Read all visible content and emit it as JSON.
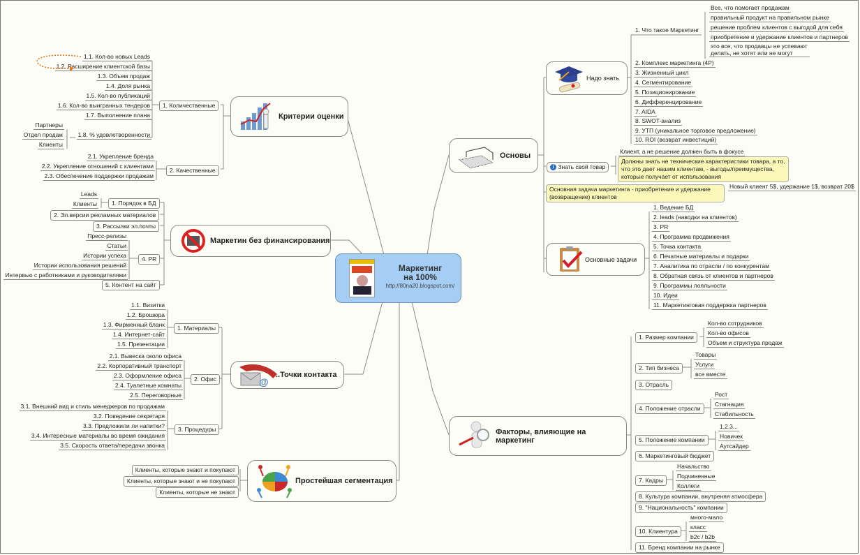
{
  "center": {
    "title_line1": "Маркетинг",
    "title_line2": "на 100%",
    "url": "http://80na20.blogspot.com/",
    "icon": "book-cover-icon"
  },
  "criteria": {
    "title": "Критерии оценки",
    "icon": "growth-chart-icon",
    "quant": {
      "label": "1. Количественные",
      "items": [
        "1.1. Кол-во новых Leads",
        "1.2. Расширение клиентской базы",
        "1.3. Объем продаж",
        "1.4. Доля рынка",
        "1.5. Кол-во публикаций",
        "1.6. Кол-во выигранных тендеров",
        "1.7. Выполнение плана",
        "1.8. % удовлетворенности"
      ],
      "satisfaction": [
        "Партнеры",
        "Отдел продаж",
        "Клиенты"
      ]
    },
    "qual": {
      "label": "2. Качественные",
      "items": [
        "2.1. Укрепление бренда",
        "2.2. Укрепление отношений с клиентами",
        "2.3. Обеспечение поддержки продажам"
      ]
    }
  },
  "nofin": {
    "title": "Маркетин без финансирования",
    "icon": "no-money-icon",
    "db": {
      "label": "1. Порядок в БД",
      "items": [
        "Leads",
        "Клиенты"
      ]
    },
    "emat": "2. Эл.версии рекламных материалов",
    "mail": "3. Рассылки эл.почты",
    "pr": {
      "label": "4. PR",
      "items": [
        "Пресс-релизы",
        "Статьи",
        "Истории успеха",
        "Истории использования решений",
        "Интервью с работниками и руководителями"
      ]
    },
    "site": "5. Контент на сайт"
  },
  "contacts": {
    "title": "..Точки контакта",
    "icon": "phone-email-icon",
    "materials": {
      "label": "1. Материалы",
      "items": [
        "1.1. Визитки",
        "1.2. Брошюра",
        "1.3. Фирменный бланк",
        "1.4. Интернет-сайт",
        "1.5. Презентации"
      ]
    },
    "office": {
      "label": "2. Офис",
      "items": [
        "2.1. Вывеска около офиса",
        "2.2. Корпоративный транспорт",
        "2.3. Оформление офиса",
        "2.4. Туалетные комнаты",
        "2.5. Переговорные"
      ]
    },
    "proc": {
      "label": "3. Процедуры",
      "items": [
        "3.1. Внешний вид и стиль менеджеров по продажам",
        "3.2. Поведение секретаря",
        "3.3. Предложили ли напитки?",
        "3.4. Интересные материалы во время ожидания",
        "3.5. Скорость ответа/передачи звонка"
      ]
    }
  },
  "segment": {
    "title": "Простейшая сегментация",
    "icon": "puzzle-people-icon",
    "items": [
      "Клиенты, которые знают и покупают",
      "Клиенты, которые знают и не покупают",
      "Клиенты, которые не знают"
    ]
  },
  "basics": {
    "title": "Основы",
    "icon": "blueprint-icon",
    "know": {
      "title": "Надо знать",
      "icon": "graduation-cap-icon",
      "what": {
        "label": "1. Что такое Маркетинг",
        "items": [
          "Все, что помогает продажам",
          "правильный продукт на правильном рынке",
          "решение проблем клиентов с выгодой для себя",
          "приобретение и удержание клиентов и партнеров",
          "это все, что продавцы не успевают",
          "делать, не хотят или не могут"
        ]
      },
      "items": [
        "2. Комплекс маркетинга (4P)",
        "3. Жизненный цикл",
        "4. Сегментирование",
        "5. Позиционирование",
        "6. Дифференцирование",
        "7. AIDA",
        "8. SWOT-анализ",
        "9. УТП (уникальное торговое предложение)",
        "10. ROI (возврат инвестиций)"
      ]
    },
    "product": {
      "label": "Знать свой товар",
      "icon": "info-icon",
      "focus": "Клиент, а не решение должен быть в фокусе",
      "note": [
        "Должны знать не технические характеристики товара, а то,",
        "что это дает нашим клиентам, - выгоды/преимущества,",
        "которые получает от использования"
      ]
    },
    "task": {
      "note": [
        "Основная задача маркетинга - приобретение и удержание",
        "(возвращение) клиентов"
      ],
      "cost": "Новый клиент 5$, удержание 1$, возврат 20$"
    },
    "main_tasks": {
      "title": "Основные задачи",
      "icon": "clipboard-check-icon",
      "items": [
        "1. Ведение БД",
        "2. leads (наводки на клиентов)",
        "3. PR",
        "4. Программа продвижения",
        "5. Точка контакта",
        "6. Печатные материалы и подарки",
        "7. Аналитика по отрасли / по конкурентам",
        "8. Обратная связь от клиентов и партнеров",
        "9. Программы лояльности",
        "10. Идеи",
        "11. Маркетинговая поддержка партнеров"
      ]
    }
  },
  "factors": {
    "title": "Факторы, влияющие на маркетинг",
    "icon": "magnifier-person-icon",
    "size": {
      "label": "1. Размер компании",
      "items": [
        "Кол-во сотрудников",
        "Кол-во офисов",
        "Объем и структура продаж"
      ]
    },
    "type": {
      "label": "2. Тип бизнеса",
      "items": [
        "Товары",
        "Услуги",
        "все вместе"
      ]
    },
    "industry": "3. Отрасль",
    "ind_pos": {
      "label": "4. Положение отрасли",
      "items": [
        "Рост",
        "Стагнация",
        "Стабильность"
      ]
    },
    "comp_pos": {
      "label": "5. Положение компании",
      "items": [
        "1,2,3...",
        "Новичек",
        "Аутсайдер"
      ]
    },
    "budget": "6. Маркетинговый бюджет",
    "staff": {
      "label": "7. Кадры",
      "items": [
        "Начальство",
        "Подчиненные",
        "Коллеги"
      ]
    },
    "culture": "8. Культура компании, внутреняя атмосфера",
    "nation": "9. \"Национальность\" компании",
    "clients": {
      "label": "10. Клиентура",
      "items": [
        "много-мало",
        "класс",
        "b2c / b2b"
      ]
    },
    "brand": "11. Бренд компании на рынке"
  }
}
